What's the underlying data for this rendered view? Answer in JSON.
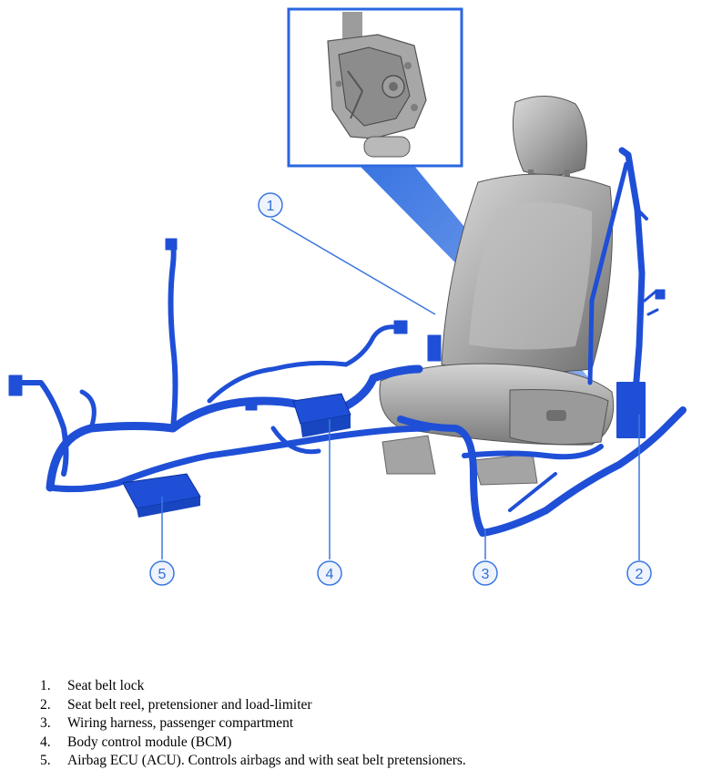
{
  "callouts": [
    {
      "number": "1"
    },
    {
      "number": "2"
    },
    {
      "number": "3"
    },
    {
      "number": "4"
    },
    {
      "number": "5"
    }
  ],
  "legend": [
    {
      "number": "1.",
      "text": "Seat belt lock"
    },
    {
      "number": "2.",
      "text": "Seat belt reel, pretensioner and load-limiter"
    },
    {
      "number": "3.",
      "text": "Wiring harness, passenger compartment"
    },
    {
      "number": "4.",
      "text": "Body control module (BCM)"
    },
    {
      "number": "5.",
      "text": "Airbag ECU (ACU). Controls airbags and with seat belt pretensioners."
    }
  ],
  "colors": {
    "harness": "#1f4fd6",
    "callout": "#3a78e0",
    "seat": "#8f8f8f",
    "inset_border": "#2a66e0"
  }
}
